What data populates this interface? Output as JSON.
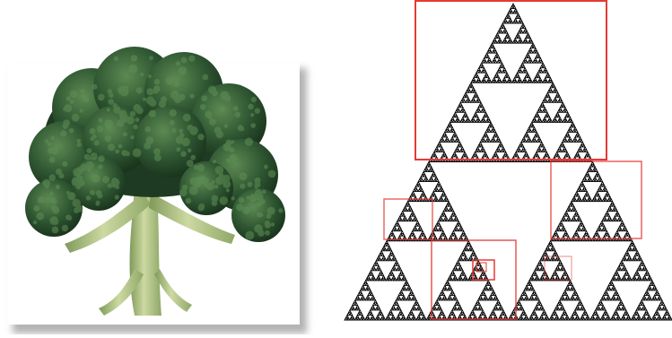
{
  "figure": {
    "left_panel": {
      "subject": "broccoli",
      "colors": {
        "background": "#ffffff",
        "photo_backdrop": "#ffffff",
        "shadow": "#9a9a9a",
        "floret_dark": "#1f3a22",
        "floret_mid": "#2f5632",
        "floret_light": "#4c7a46",
        "stem": "#b9c98e",
        "stem_dark": "#7f9a5a"
      }
    },
    "right_panel": {
      "subject": "sierpinski-triangle",
      "recursion_depth": 7,
      "colors": {
        "fill": "#ffffff",
        "stroke": "#000000",
        "highlight_box": "#e53935"
      },
      "highlight_box_count": 7
    }
  }
}
